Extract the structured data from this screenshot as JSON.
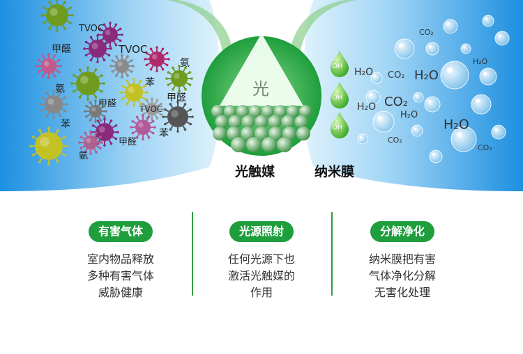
{
  "pollutants": {
    "tvoc": "TVOC",
    "formaldehyde": "甲醛",
    "ammonia": "氨",
    "benzene": "苯"
  },
  "molecules": {
    "co2": "CO₂",
    "h2o": "H₂O",
    "oh": "OH"
  },
  "center": {
    "light_char": "光",
    "caption_left": "光触媒",
    "caption_right": "纳米膜"
  },
  "columns": [
    {
      "title": "有害气体",
      "lines": [
        "室内物品释放",
        "多种有害气体",
        "威胁健康"
      ]
    },
    {
      "title": "光源照射",
      "lines": [
        "任何光源下也",
        "激活光触媒的",
        "作用"
      ]
    },
    {
      "title": "分解净化",
      "lines": [
        "纳米膜把有害",
        "气体净化分解",
        "无害化处理"
      ]
    }
  ],
  "colors": {
    "accent_green": "#1e9e3c",
    "band_blue": "#4fb2ea",
    "virus_green": "#6f9b1f",
    "virus_purple": "#8a2a7a",
    "virus_yellow": "#c3c225"
  }
}
